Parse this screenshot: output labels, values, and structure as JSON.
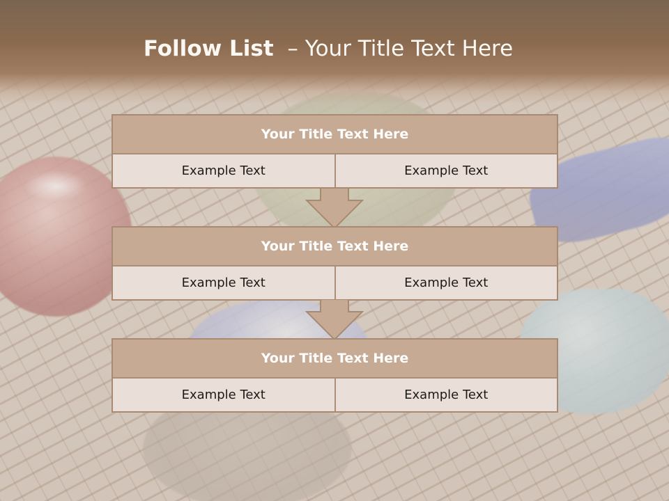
{
  "slide": {
    "title_bold": "Follow List",
    "title_rest": "  – Your Title Text Here"
  },
  "steps": [
    {
      "title": "Your Title Text Here",
      "left": "Example Text",
      "right": "Example Text"
    },
    {
      "title": "Your Title Text Here",
      "left": "Example Text",
      "right": "Example Text"
    },
    {
      "title": "Your Title Text Here",
      "left": "Example Text",
      "right": "Example Text"
    }
  ],
  "colors": {
    "header": "#8a6a4f",
    "box_title": "#c6aa94",
    "box_body": "#e9dfd8",
    "border": "#a88a73"
  }
}
